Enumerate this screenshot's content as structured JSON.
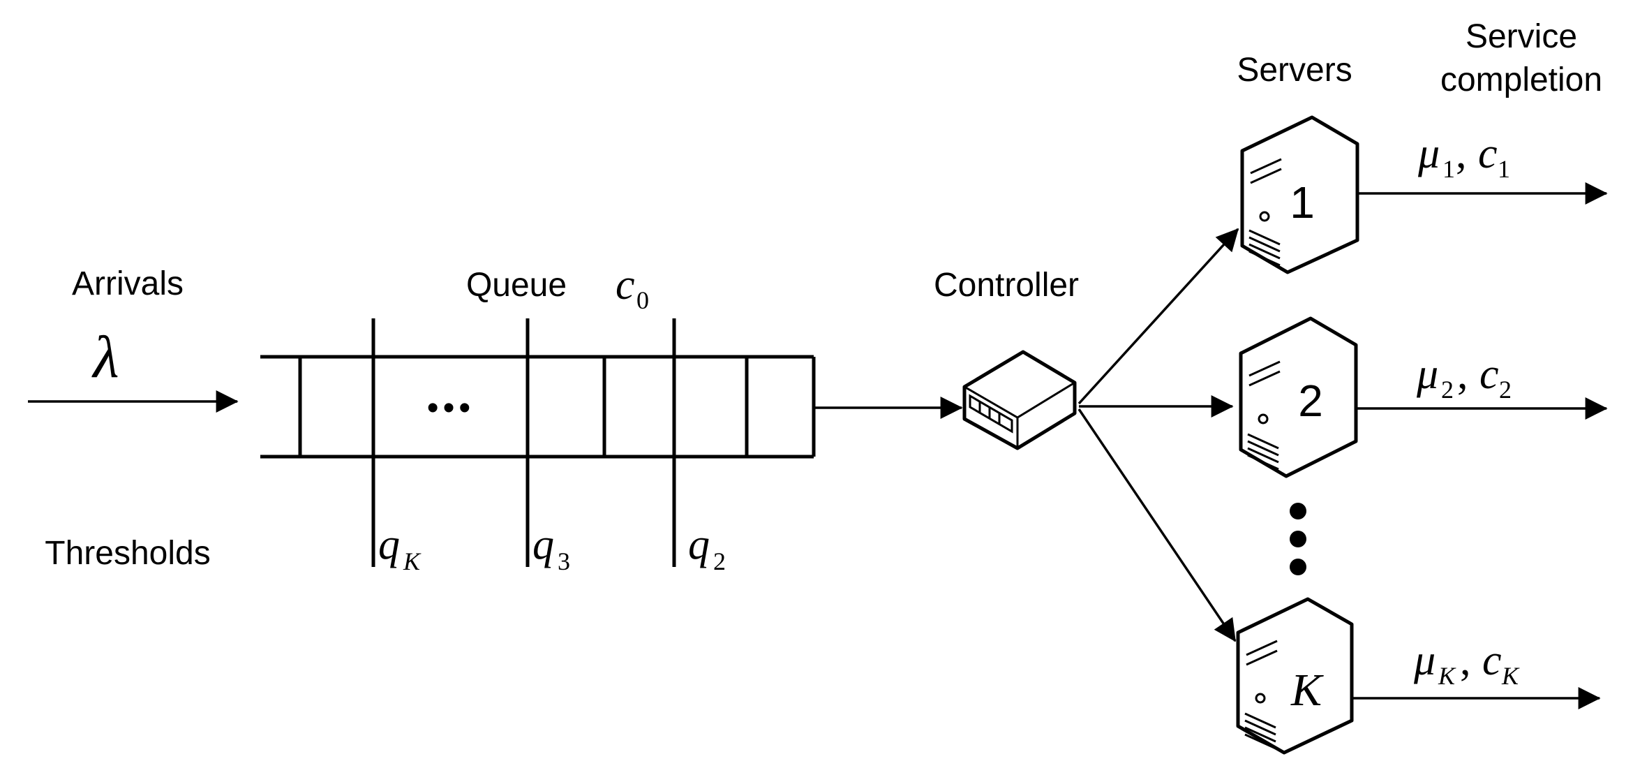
{
  "labels": {
    "arrivals": "Arrivals",
    "queue": "Queue",
    "controller": "Controller",
    "servers": "Servers",
    "service_line1": "Service",
    "service_line2": "completion",
    "thresholds": "Thresholds"
  },
  "symbols": {
    "lambda": "λ",
    "mu": "μ",
    "c": "c",
    "q": "q",
    "comma": ",",
    "ellipsis_dots": "•••",
    "c0_sub": "0",
    "qK_sub": "K",
    "q3_sub": "3",
    "q2_sub": "2"
  },
  "servers": [
    {
      "id": "1",
      "italic": false,
      "sub": "1"
    },
    {
      "id": "2",
      "italic": false,
      "sub": "2"
    },
    {
      "id": "K",
      "italic": true,
      "sub": "K"
    }
  ]
}
